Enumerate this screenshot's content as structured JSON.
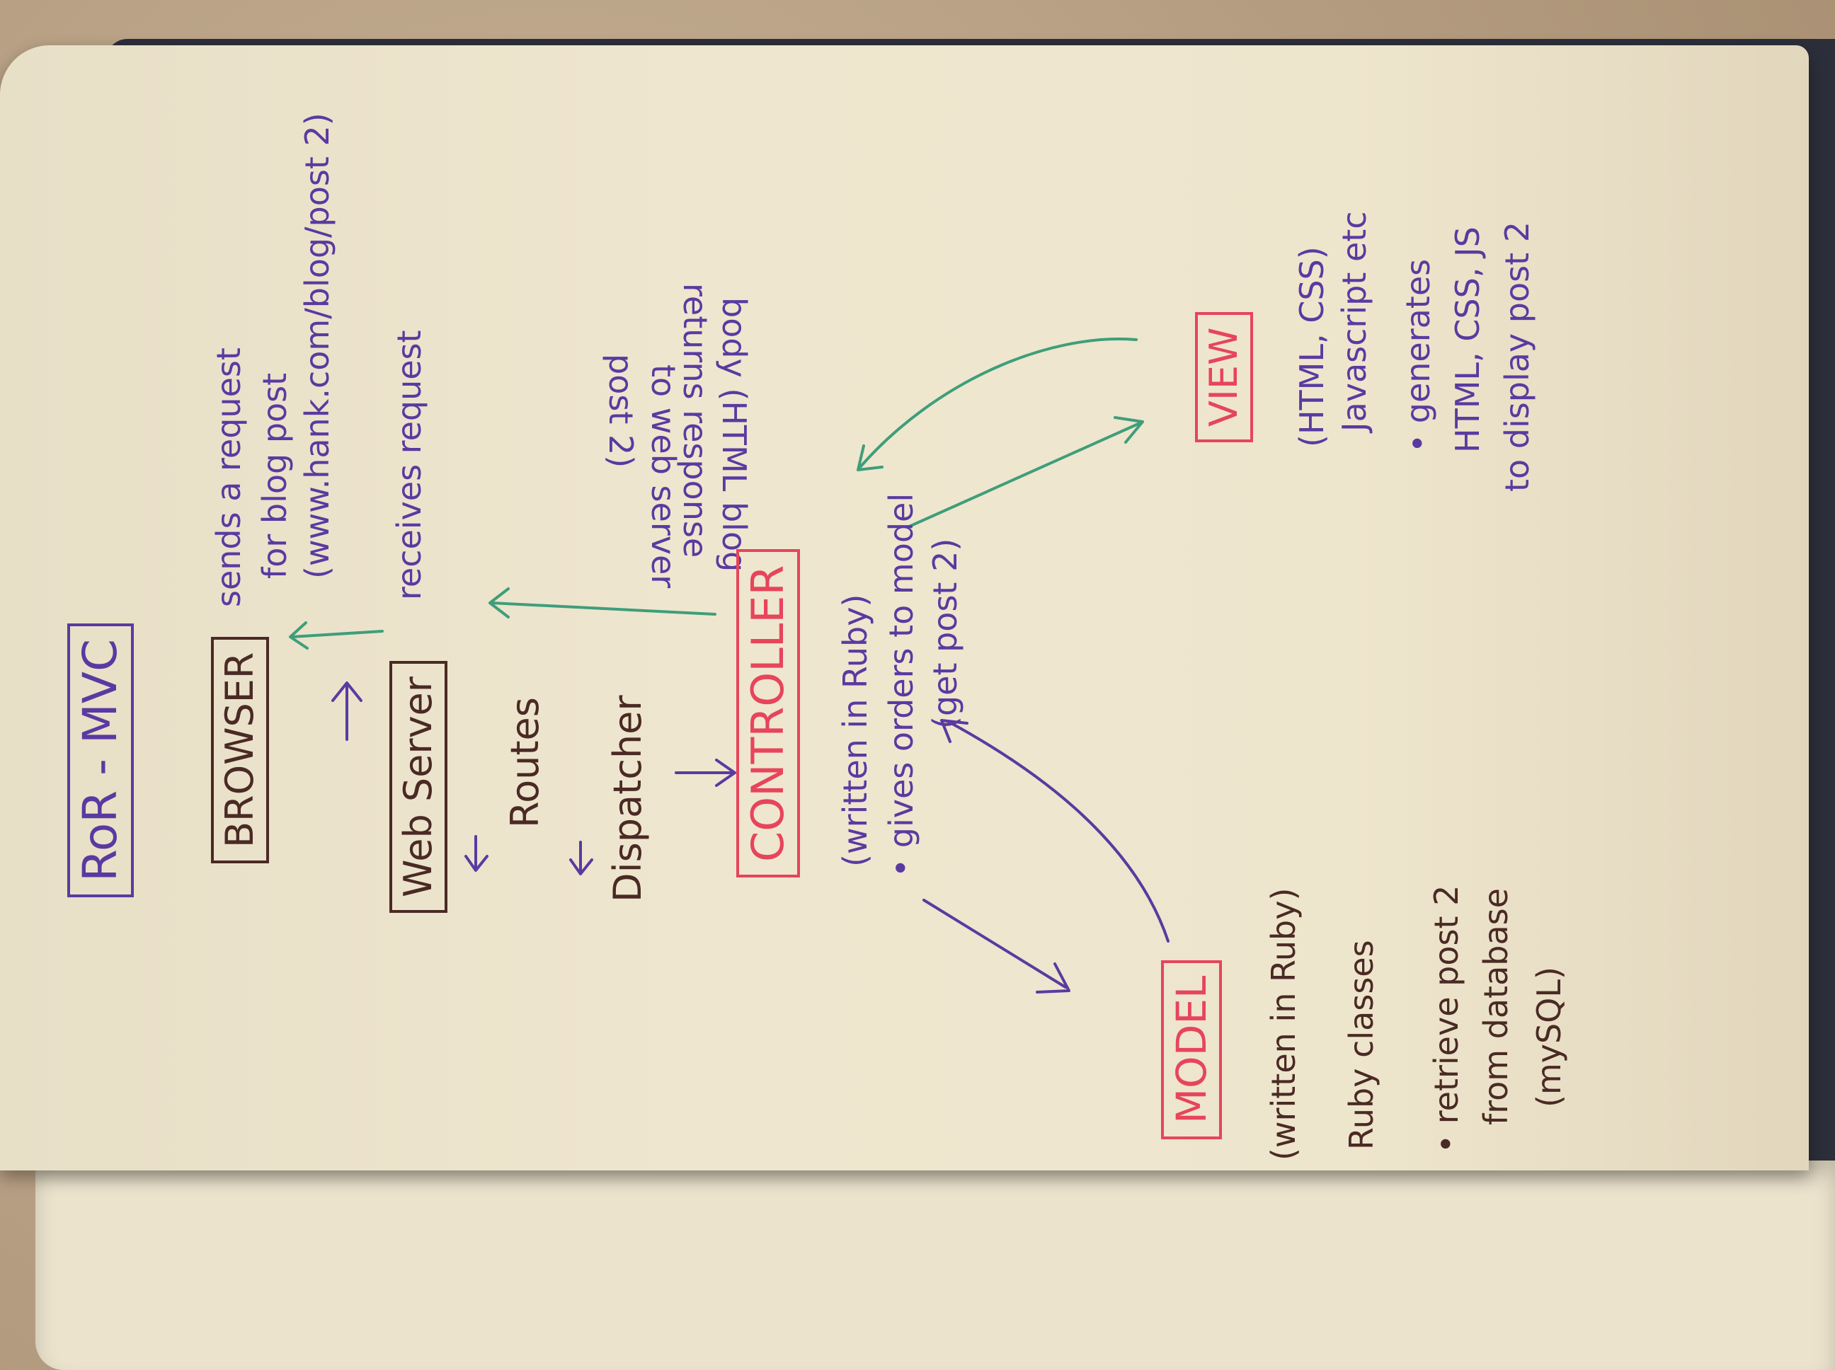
{
  "title": "RoR - MVC",
  "nodes": {
    "browser": "BROWSER",
    "web_server": "Web Server",
    "routes": "Routes",
    "dispatcher": "Dispatcher",
    "controller": "CONTROLLER",
    "model": "MODEL",
    "view": "VIEW"
  },
  "annotations": {
    "browser_1": "sends a request",
    "browser_2": "for blog post",
    "browser_3": "(www.hank.com/blog/post 2)",
    "web_server_note": "receives request",
    "returns_1": "returns response",
    "returns_2": "body (HTML blog",
    "returns_3": "post 2)",
    "returns_4": "to web server",
    "controller_1": "(written in Ruby)",
    "controller_2": "• gives orders to model",
    "controller_3": "(get post 2)",
    "model_1": "(written in Ruby)",
    "model_2": "Ruby classes",
    "model_3": "• retrieve post 2",
    "model_4": "from database",
    "model_5": "(mySQL)",
    "view_1": "(HTML, CSS)",
    "view_2": "Javascript etc",
    "view_3": "• generates",
    "view_4": "HTML, CSS, JS",
    "view_5": "to display post 2"
  },
  "colors": {
    "purple_ink": "#5a3aa0",
    "brown_ink": "#4a2a24",
    "red_ink": "#e6455c",
    "green_ink": "#3e9e7a"
  }
}
